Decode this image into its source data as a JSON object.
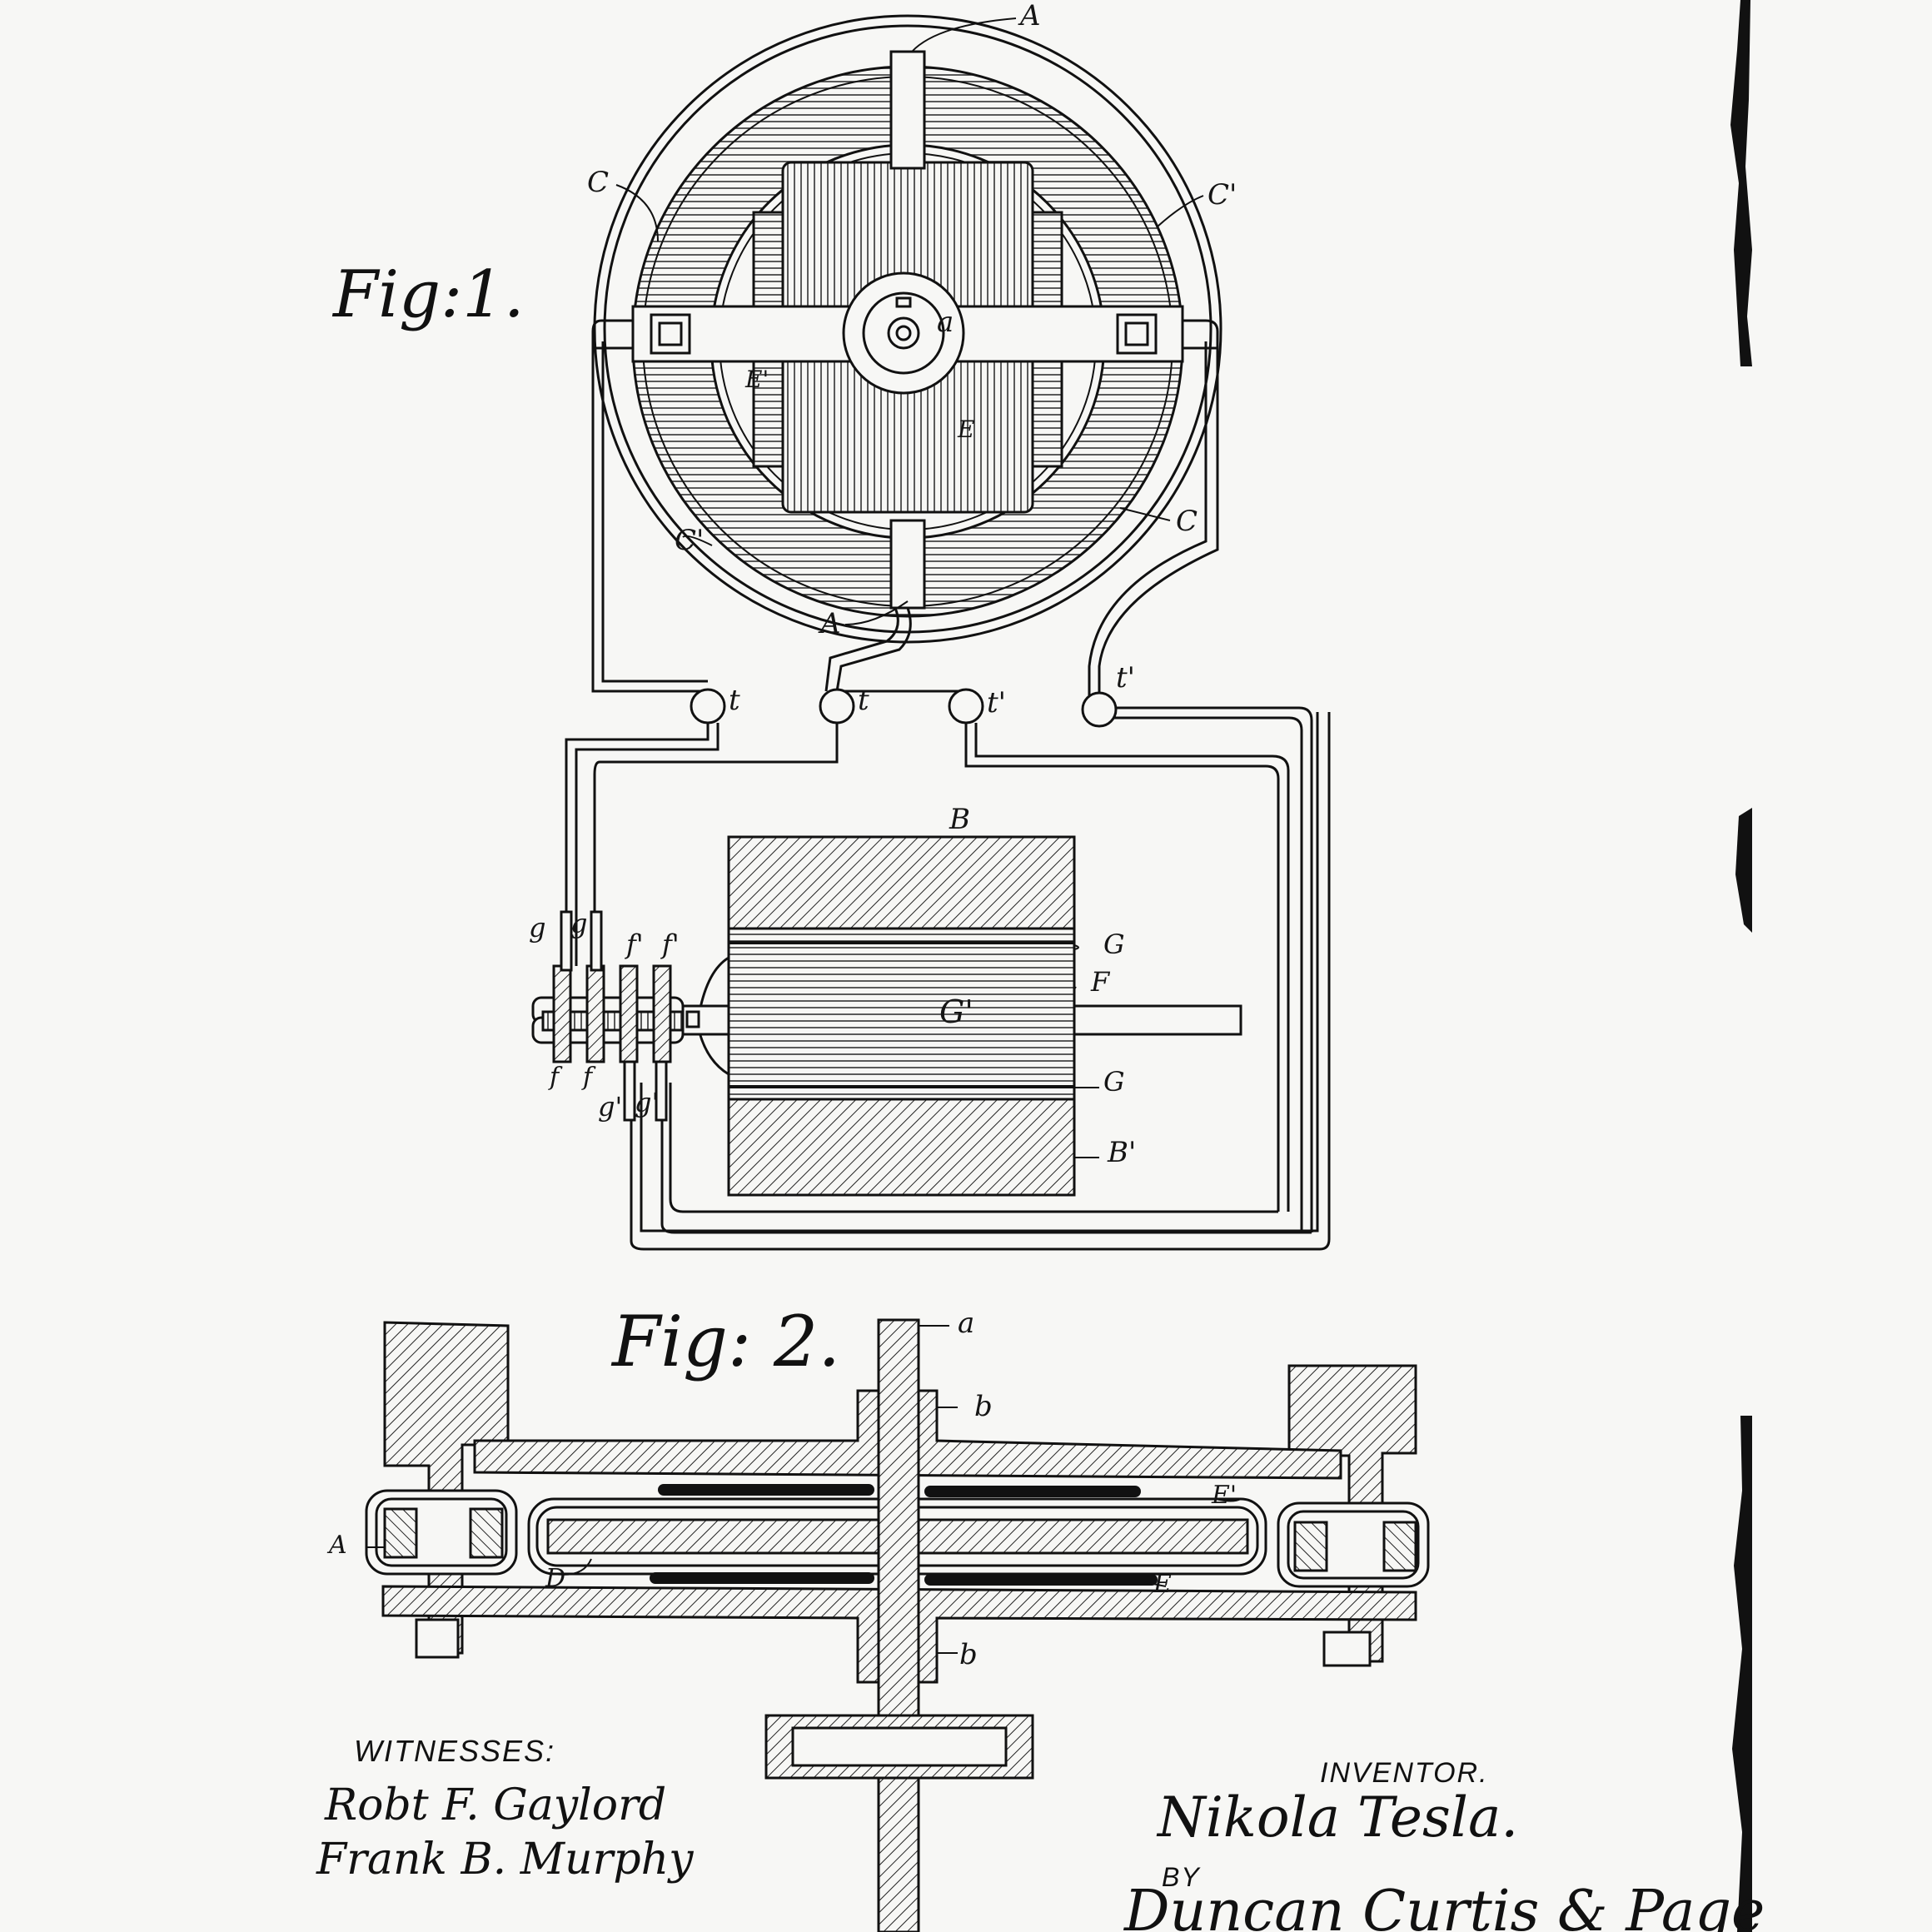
{
  "document": {
    "ink_color": "#111111",
    "paper_color": "#f7f7f5"
  },
  "figure1": {
    "title": "Fig:1.",
    "labels": {
      "A_top": "A",
      "A_bottom": "A",
      "C_left": "C",
      "C_right": "C",
      "C1_right": "C'",
      "C1_left": "C'",
      "E": "E",
      "E1": "E'",
      "a": "a",
      "t1": "t",
      "t2": "t",
      "t3": "t'",
      "t4": "t'",
      "B": "B",
      "B1": "B'",
      "G_top": "G",
      "G_bottom": "G",
      "G1": "G'",
      "F": "F",
      "g1": "g",
      "g2": "g",
      "f1a": "f'",
      "f1b": "f'",
      "fa": "f",
      "fb": "f",
      "g1a": "g'",
      "g1b": "g'"
    }
  },
  "figure2": {
    "title": "Fig: 2.",
    "labels": {
      "a": "a",
      "b_top": "b",
      "b_bottom": "b",
      "E1": "E'",
      "E": "E",
      "A": "A",
      "D": "D"
    }
  },
  "witnesses": {
    "heading": "WITNESSES:",
    "signature1": "Robt F. Gaylord",
    "signature2": "Frank B. Murphy"
  },
  "inventor": {
    "heading": "INVENTOR.",
    "signature": "Nikola Tesla.",
    "by_label": "BY",
    "attorneys": "Duncan Curtis & Page"
  }
}
